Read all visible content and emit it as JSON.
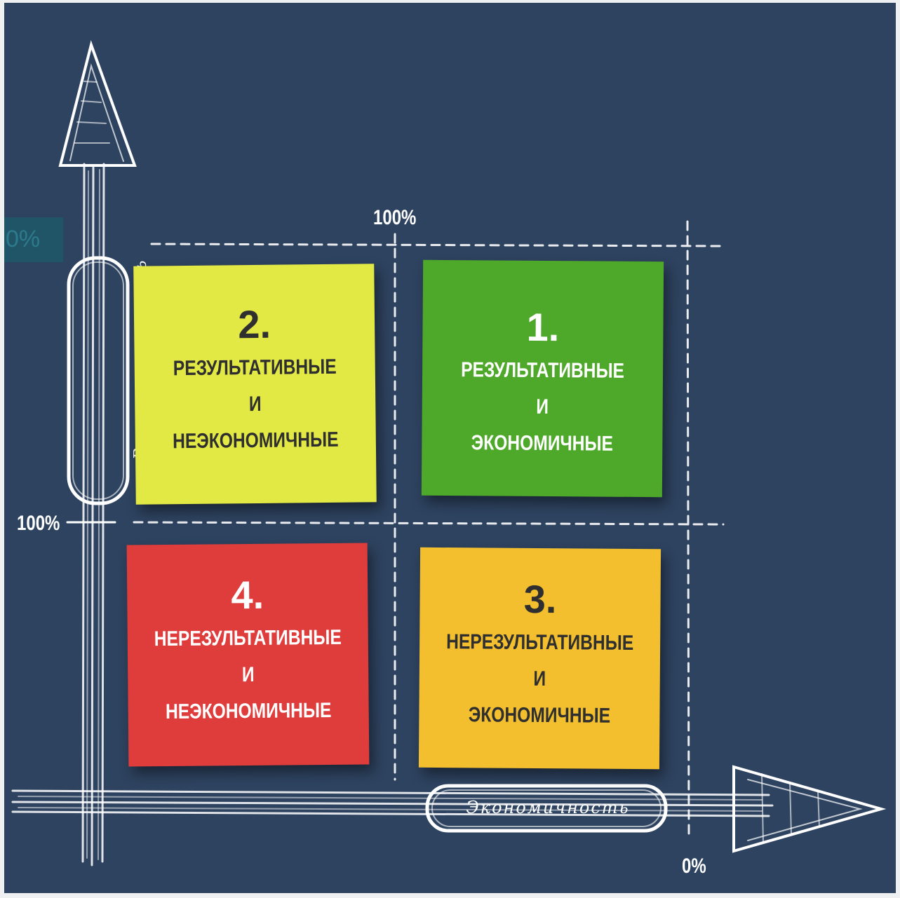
{
  "colors": {
    "board": "#2e4360",
    "q1": "#4ea82a",
    "q2": "#e2e844",
    "q3": "#f3bf2e",
    "q4": "#df3c3c",
    "chalk": "#ffffff"
  },
  "badge": {
    "text": "0%"
  },
  "axes": {
    "y_label": "Результативность",
    "x_label": "Экономичность",
    "y_100": "100%",
    "x_100": "100%",
    "x_0": "0%"
  },
  "quadrants": {
    "q1": {
      "number": "1.",
      "line1": "РЕЗУЛЬТАТИВНЫЕ",
      "line2": "И",
      "line3": "ЭКОНОМИЧНЫЕ"
    },
    "q2": {
      "number": "2.",
      "line1": "РЕЗУЛЬТАТИВНЫЕ",
      "line2": "И",
      "line3": "НЕЭКОНОМИЧНЫЕ"
    },
    "q3": {
      "number": "3.",
      "line1": "НЕРЕЗУЛЬТАТИВНЫЕ",
      "line2": "И",
      "line3": "ЭКОНОМИЧНЫЕ"
    },
    "q4": {
      "number": "4.",
      "line1": "НЕРЕЗУЛЬТАТИВНЫЕ",
      "line2": "И",
      "line3": "НЕЭКОНОМИЧНЫЕ"
    }
  }
}
